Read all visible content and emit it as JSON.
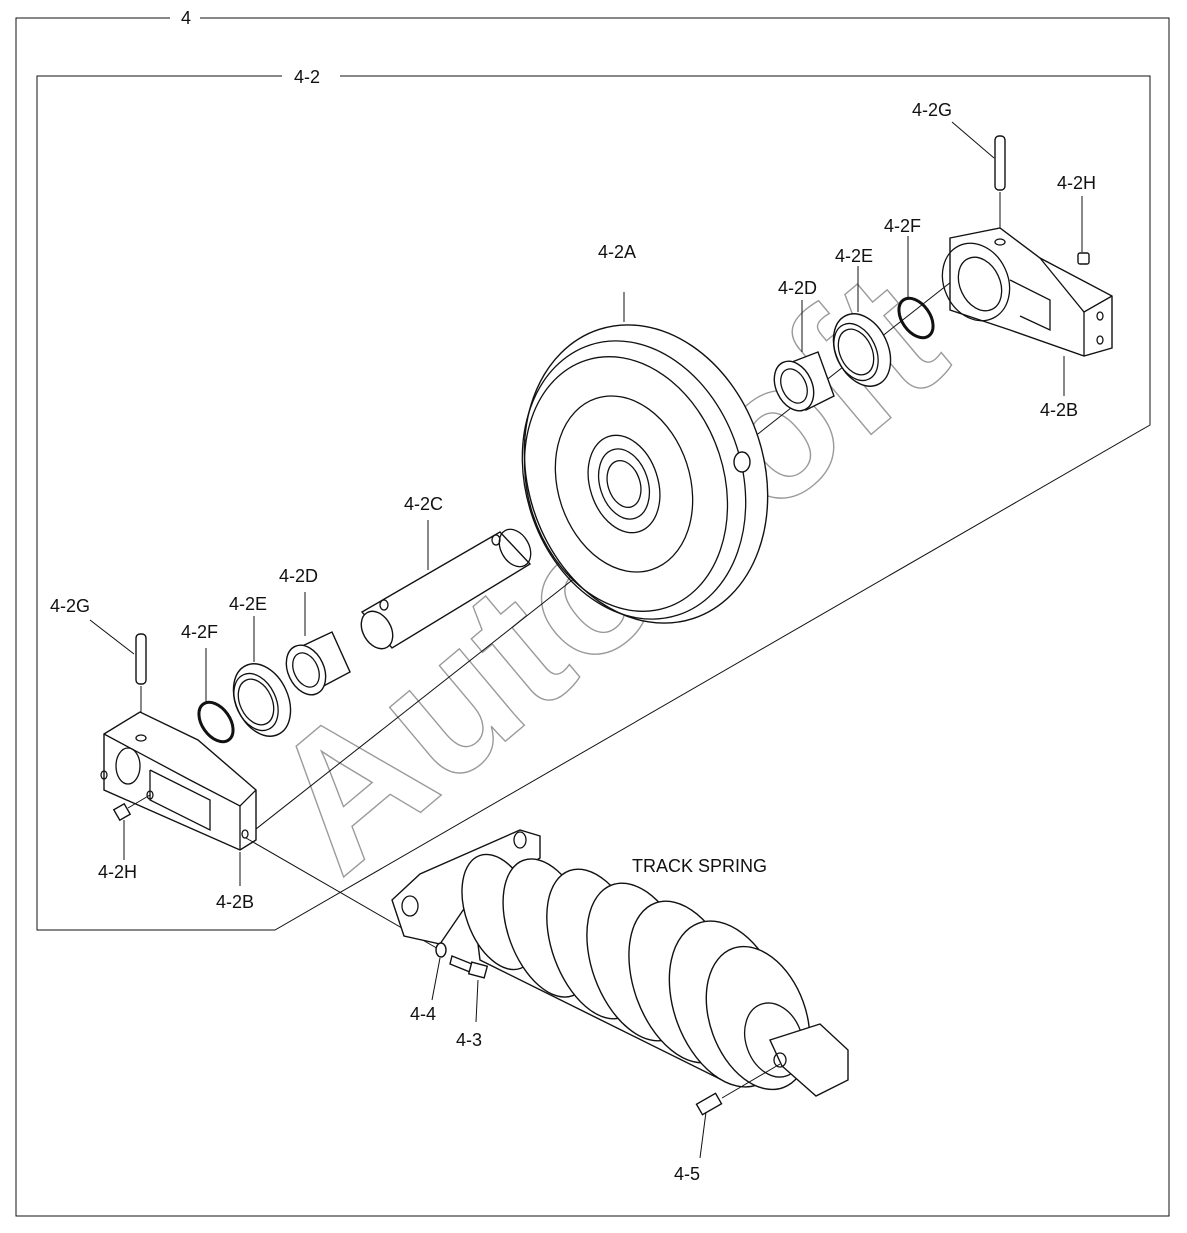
{
  "labels": {
    "group_outer": "4",
    "group_inner": "4-2",
    "idler_wheel": "4-2A",
    "shaft": "4-2C",
    "bushing_left": "4-2D",
    "bushing_right": "4-2D",
    "seal_left": "4-2E",
    "seal_right": "4-2E",
    "oring_left": "4-2F",
    "oring_right": "4-2F",
    "pin_left": "4-2G",
    "pin_right": "4-2G",
    "plug_left": "4-2H",
    "plug_right": "4-2H",
    "bracket_left": "4-2B",
    "bracket_right": "4-2B",
    "track_spring": "TRACK SPRING",
    "washer": "4-4",
    "bolt": "4-3",
    "grease_fitting": "4-5"
  },
  "watermark": "AutoSoft"
}
